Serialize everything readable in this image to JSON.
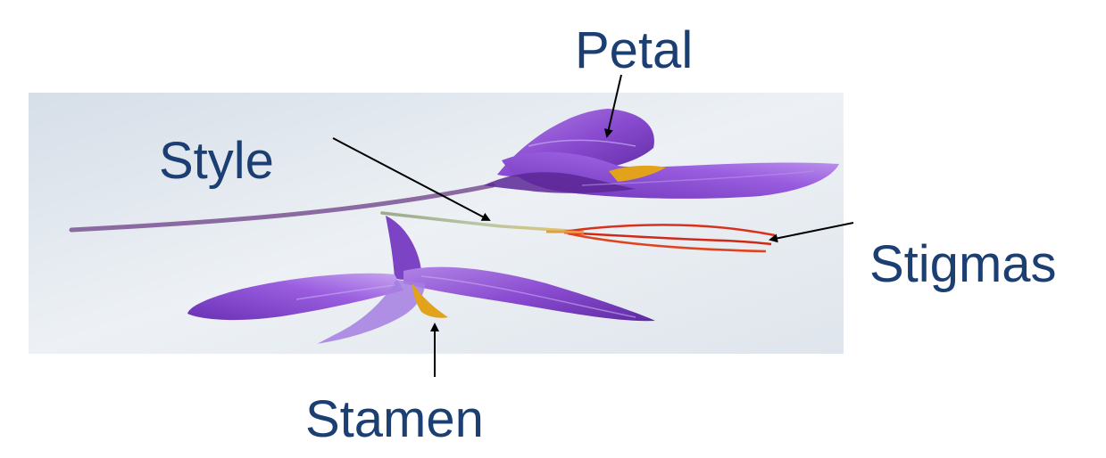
{
  "labels": {
    "petal": "Petal",
    "style": "Style",
    "stigmas": "Stigmas",
    "stamen": "Stamen"
  },
  "colors": {
    "label_text": "#1b3f73",
    "petal": "#8e4fd0",
    "petal_dark": "#5a2a99",
    "stigma": "#d8321e",
    "stamen": "#e2a21c",
    "background": "#e4e9f0",
    "arrow": "#000000"
  }
}
